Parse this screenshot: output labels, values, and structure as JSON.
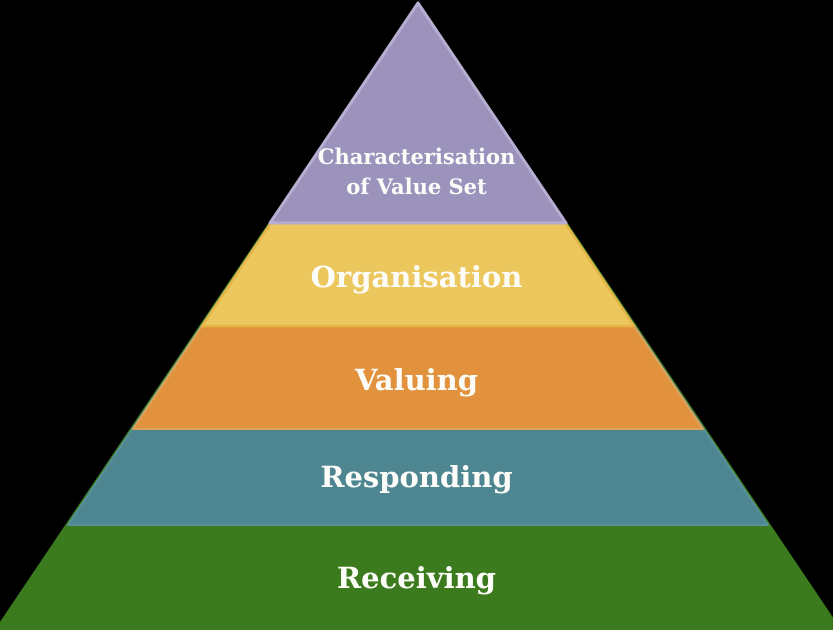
{
  "background_color": "#000000",
  "text_color": "#fcfcf8",
  "pyramid": {
    "levels": [
      {
        "id": "characterisation",
        "label": "Characterisation of Value Set",
        "label_lines": [
          "Characterisation",
          "of Value Set"
        ],
        "fill": "#9c93bd",
        "stroke": "#b7aed2"
      },
      {
        "id": "organisation",
        "label": "Organisation",
        "fill": "#ecc75e",
        "stroke": "#e5b545"
      },
      {
        "id": "valuing",
        "label": "Valuing",
        "fill": "#e2923c",
        "stroke": "#d9a55e"
      },
      {
        "id": "responding",
        "label": "Responding",
        "fill": "#4d8591",
        "stroke": "#578f9b"
      },
      {
        "id": "receiving",
        "label": "Receiving",
        "fill": "#3b7b1e",
        "stroke": "#3b7b1e"
      }
    ]
  }
}
